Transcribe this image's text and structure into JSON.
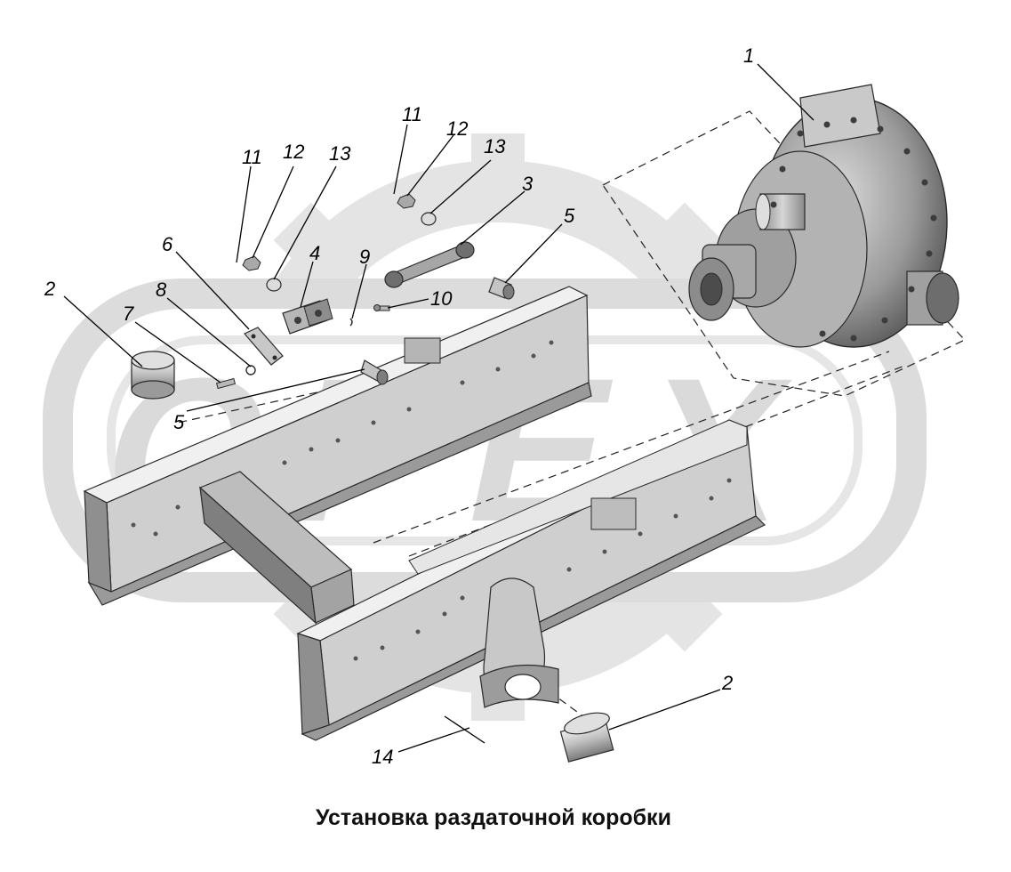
{
  "caption": "Установка раздаточной коробки",
  "watermark": {
    "letters": [
      "О",
      "Р",
      "Е",
      "Х"
    ],
    "color": "#dedede"
  },
  "callouts": [
    {
      "id": "c1",
      "text": "1"
    },
    {
      "id": "c2a",
      "text": "2"
    },
    {
      "id": "c2b",
      "text": "2"
    },
    {
      "id": "c3",
      "text": "3"
    },
    {
      "id": "c4",
      "text": "4"
    },
    {
      "id": "c5a",
      "text": "5"
    },
    {
      "id": "c5b",
      "text": "5"
    },
    {
      "id": "c6",
      "text": "6"
    },
    {
      "id": "c7",
      "text": "7"
    },
    {
      "id": "c8",
      "text": "8"
    },
    {
      "id": "c9",
      "text": "9"
    },
    {
      "id": "c10",
      "text": "10"
    },
    {
      "id": "c11a",
      "text": "11"
    },
    {
      "id": "c11b",
      "text": "11"
    },
    {
      "id": "c12a",
      "text": "12"
    },
    {
      "id": "c12b",
      "text": "12"
    },
    {
      "id": "c13a",
      "text": "13"
    },
    {
      "id": "c13b",
      "text": "13"
    },
    {
      "id": "c14",
      "text": "14"
    }
  ],
  "colors": {
    "metal_light": "#d9d9d9",
    "metal_mid": "#a8a8a8",
    "metal_dark": "#5a5a5a",
    "outline": "#2a2a2a"
  }
}
